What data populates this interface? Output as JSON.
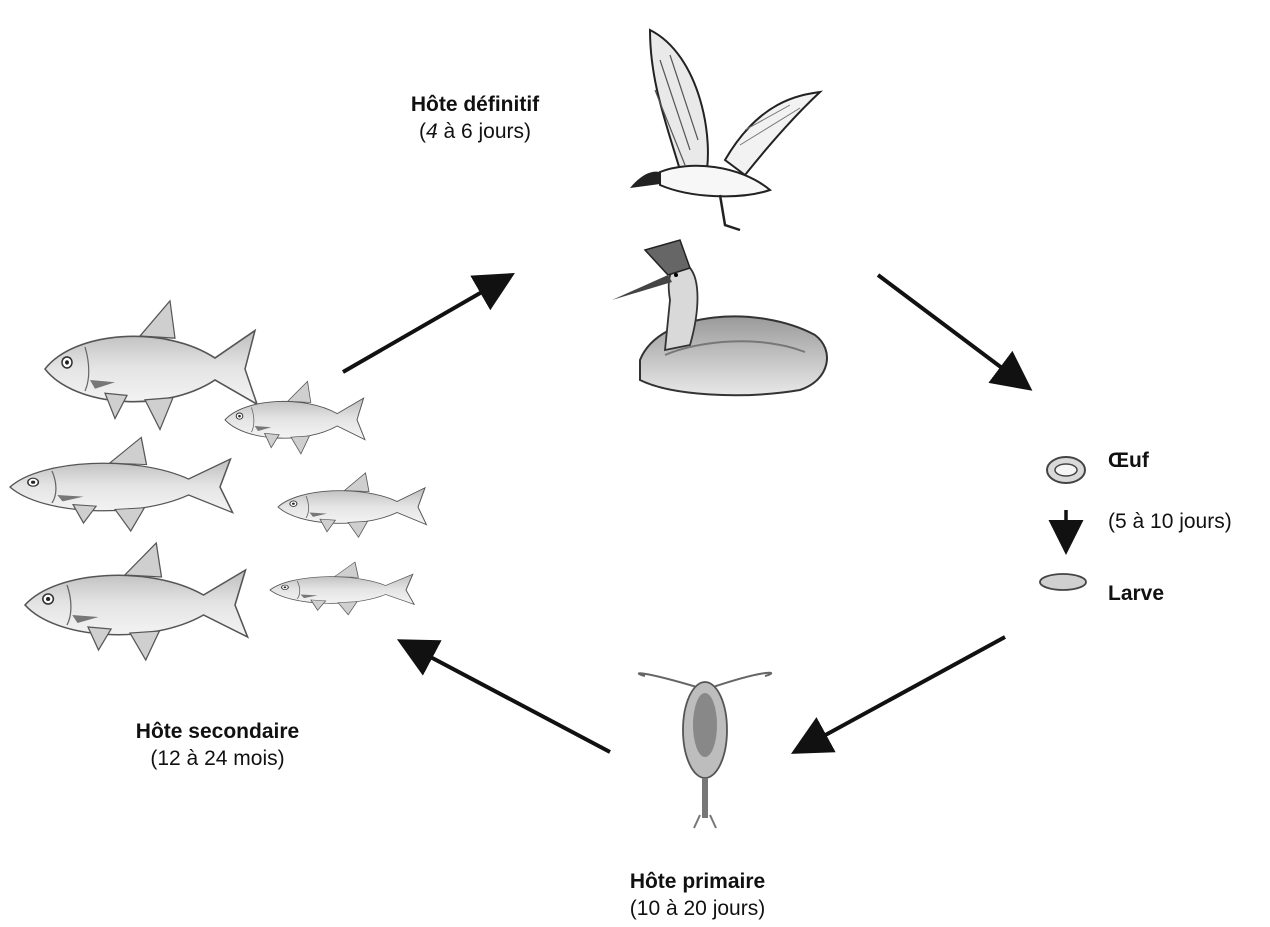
{
  "hosts": {
    "definitive": {
      "title": "Hôte définitif",
      "duration_prefix": "4",
      "duration_suffix": " à 6 jours"
    },
    "secondary": {
      "title": "Hôte secondaire",
      "duration": "(12 à 24 mois)"
    },
    "primary": {
      "title": "Hôte primaire",
      "duration": "(10 à 20 jours)"
    }
  },
  "stages": {
    "egg": "Œuf",
    "duration": "(5 à 10 jours)",
    "larva": "Larve"
  },
  "icons": {
    "tern": "bird-tern-icon",
    "grebe": "bird-grebe-icon",
    "fish": "fish-icon",
    "copepod": "copepod-icon",
    "egg": "egg-icon",
    "larva": "larva-icon"
  },
  "colors": {
    "ink": "#111111",
    "shade": "#8a8a8a",
    "light": "#cfcfcf"
  }
}
